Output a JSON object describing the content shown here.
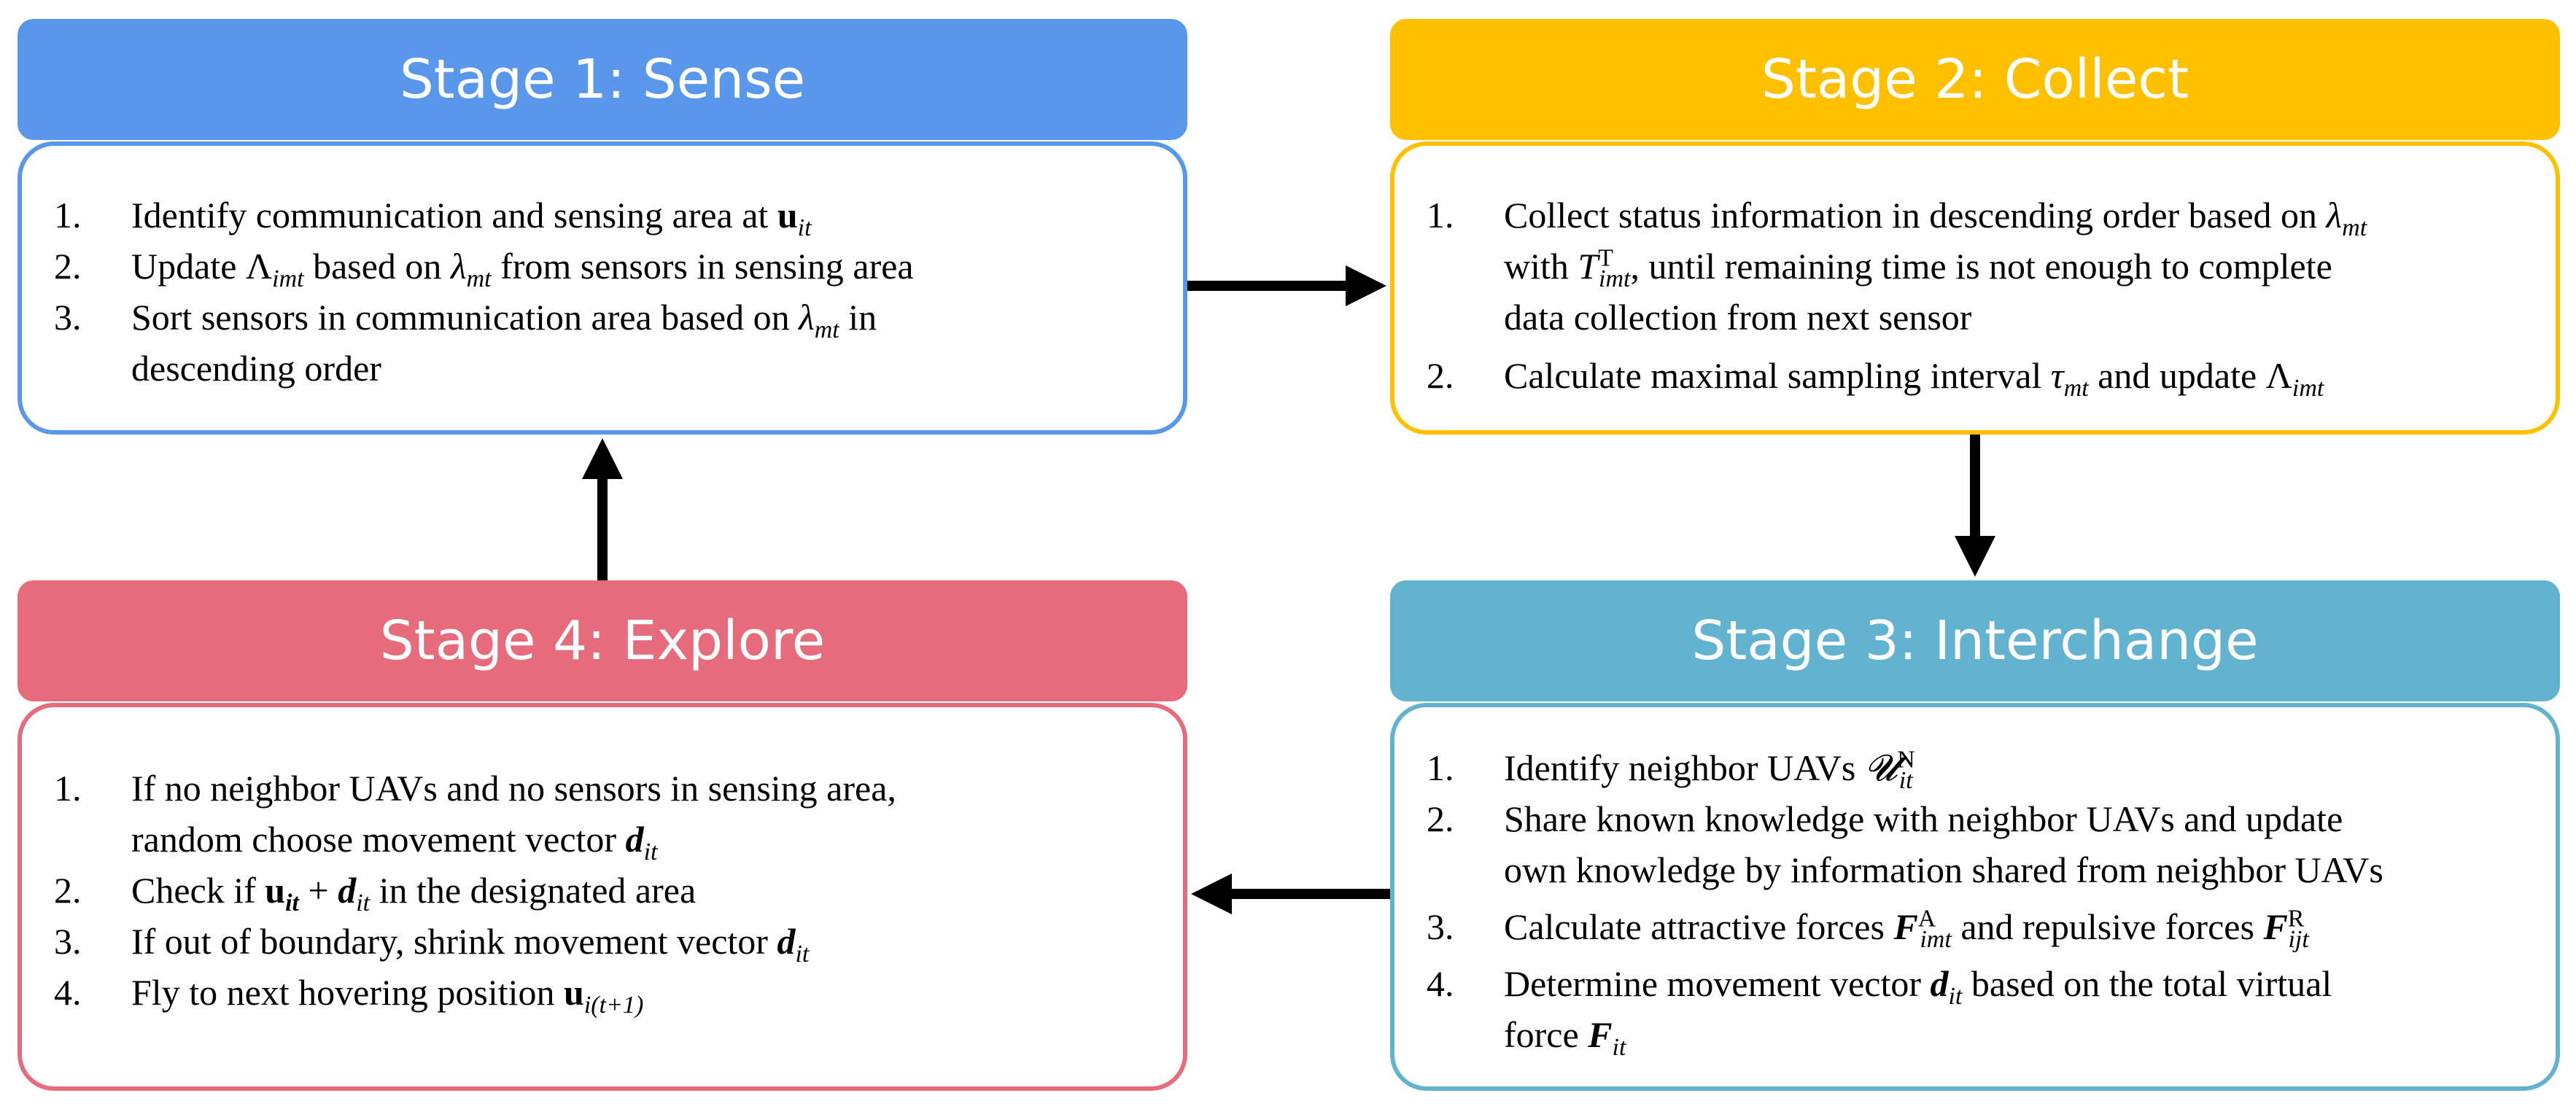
{
  "colors": {
    "stage1": "#5897EA",
    "stage2": "#FFC000",
    "stage3": "#62B3CF",
    "stage4": "#E66C7B",
    "arrow": "#000000"
  },
  "stage1": {
    "title": "Stage 1: Sense",
    "items": [
      {
        "num": "1.",
        "a": "Identify communication and sensing area at ",
        "var": "u",
        "sub": "it"
      },
      {
        "num": "2.",
        "a": "Update Λ",
        "sub1": "imt",
        "b": " based on ",
        "var": "λ",
        "sub2": "mt",
        "c": " from sensors in sensing area"
      },
      {
        "num": "3.",
        "a": "Sort sensors in communication area based on ",
        "var": "λ",
        "sub": "mt",
        "b": " in",
        "c": "descending order"
      }
    ]
  },
  "stage2": {
    "title": "Stage 2: Collect",
    "items": [
      {
        "num": "1.",
        "a": "Collect status information in descending order based on ",
        "var": "λ",
        "sub": "mt",
        "b": "with ",
        "var2": "T",
        "sub2": "imt",
        "sup2": "T",
        "c": ", until remaining time is not enough to complete",
        "d": "data collection from next sensor"
      },
      {
        "num": "2.",
        "a": "Calculate maximal sampling interval ",
        "var": "τ",
        "sub": "mt",
        "b": " and update Λ",
        "sub2": "imt"
      }
    ]
  },
  "stage3": {
    "title": "Stage 3: Interchange",
    "items": [
      {
        "num": "1.",
        "a": "Identify neighbor UAVs ",
        "var": "𝓤",
        "sub": "it",
        "sup": "N"
      },
      {
        "num": "2.",
        "a": "Share known knowledge with neighbor UAVs and update",
        "b": "own knowledge by information shared from neighbor UAVs"
      },
      {
        "num": "3.",
        "a": "Calculate attractive forces ",
        "var": "F",
        "sub": "imt",
        "sup": "A",
        "b": " and repulsive forces ",
        "var2": "F",
        "sub2": "ijt",
        "sup2": "R"
      },
      {
        "num": "4.",
        "a": "Determine movement vector ",
        "var": "d",
        "sub": "it",
        "b": " based on the total virtual",
        "c": "force ",
        "var2": "F",
        "sub2": "it"
      }
    ]
  },
  "stage4": {
    "title": "Stage 4: Explore",
    "items": [
      {
        "num": "1.",
        "a": "If no neighbor UAVs and no sensors in sensing area,",
        "b": "random choose movement vector ",
        "var": "d",
        "sub": "it"
      },
      {
        "num": "2.",
        "a": "Check if ",
        "var": "u",
        "sub": "it",
        "op": " + ",
        "var2": "d",
        "sub2": "it",
        "b": " in the designated area"
      },
      {
        "num": "3.",
        "a": "If out of boundary, shrink movement vector ",
        "var": "d",
        "sub": "it"
      },
      {
        "num": "4.",
        "a": "Fly to next hovering position ",
        "var": "u",
        "sub": "i(t+1)"
      }
    ]
  }
}
